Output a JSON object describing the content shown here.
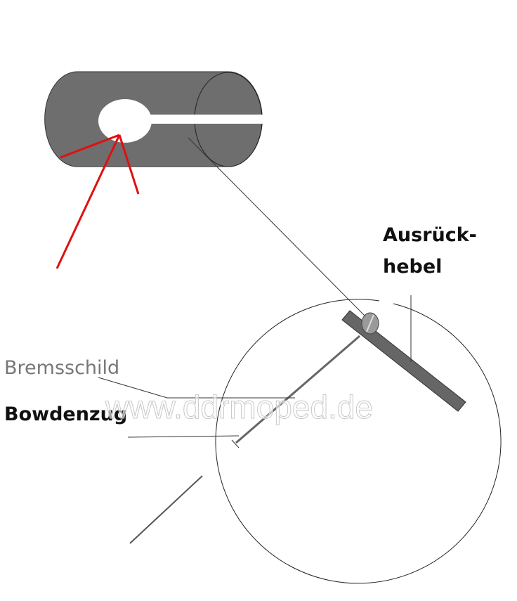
{
  "labels": {
    "lever_line1": "Ausrück-",
    "lever_line2": "hebel",
    "brake_plate": "Bremsschild",
    "cable": "Bowdenzug"
  },
  "watermark": "www.ddrmoped.de",
  "colors": {
    "part_gray": "#6e6e6e",
    "screw_gray": "#9a9a9a",
    "arrow_red": "#e01010",
    "brake_plate_label": "#777777"
  }
}
